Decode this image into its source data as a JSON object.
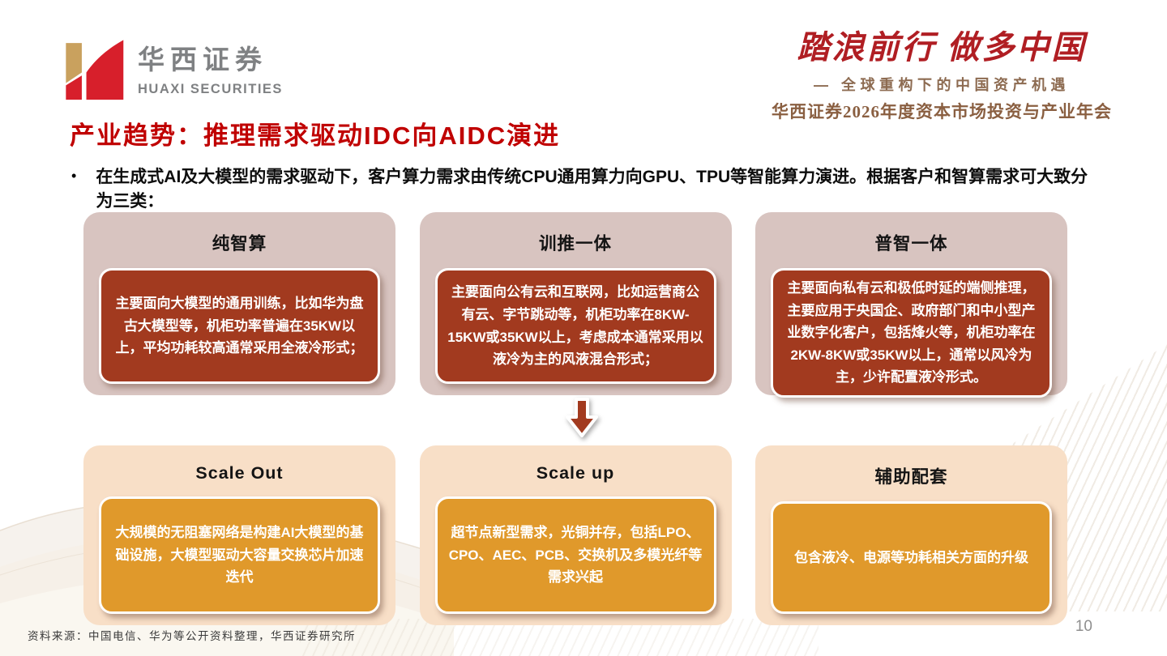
{
  "slide": {
    "page_number": "10"
  },
  "brand": {
    "logo": "huaxi-h-logo",
    "name_cn": "华西证券",
    "name_en": "HUAXI SECURITIES"
  },
  "event": {
    "slogan": "踏浪前行 做多中国",
    "subtitle": "— 全球重构下的中国资产机遇",
    "conference": "华西证券2026年度资本市场投资与产业年会"
  },
  "title": "产业趋势：推理需求驱动IDC向AIDC演进",
  "intro": {
    "bullet": "•",
    "text": "在生成式AI及大模型的需求驱动下，客户算力需求由传统CPU通用算力向GPU、TPU等智能算力演进。根据客户和智算需求可大致分为三类："
  },
  "top_cards": [
    {
      "title": "纯智算",
      "body": "主要面向大模型的通用训练，比如华为盘古大模型等，机柜功率普遍在35KW以上，平均功耗较高通常采用全液冷形式；"
    },
    {
      "title": "训推一体",
      "body": "主要面向公有云和互联网，比如运营商公有云、字节跳动等，机柜功率在8KW-15KW或35KW以上，考虑成本通常采用以液冷为主的风液混合形式；"
    },
    {
      "title": "普智一体",
      "body": "主要面向私有云和极低时延的端侧推理，主要应用于央国企、政府部门和中小型产业数字化客户，包括烽火等，机柜功率在2KW-8KW或35KW以上，通常以风冷为主，少许配置液冷形式。"
    }
  ],
  "bottom_cards": [
    {
      "title": "Scale Out",
      "body": "大规模的无阻塞网络是构建AI大模型的基础设施，大模型驱动大容量交换芯片加速迭代"
    },
    {
      "title": "Scale up",
      "body": "超节点新型需求，光铜并存，包括LPO、CPO、AEC、PCB、交换机及多模光纤等需求兴起"
    },
    {
      "title": "辅助配套",
      "body": "包含液冷、电源等功耗相关方面的升级"
    }
  ],
  "footer": {
    "source": "资料来源：中国电信、华为等公开资料整理，华西证券研究所"
  },
  "colors": {
    "title_red": "#C00000",
    "slogan_red": "#B01E23",
    "subtitle_brown": "#8D6B51",
    "conference_brown": "#8A5F41",
    "top_card_bg": "#D8C4C0",
    "top_card_inner": "#A23A1F",
    "bottom_card_bg": "#F8DFC7",
    "bottom_card_inner": "#E0992B",
    "arrow_red": "#A23A1F",
    "logo_gold": "#C9A15E",
    "logo_red": "#D71F2B",
    "brand_gray": "#7F8183"
  }
}
